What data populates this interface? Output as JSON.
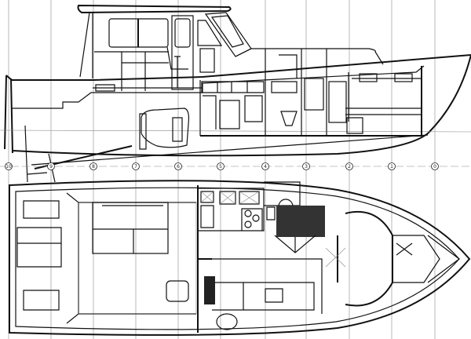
{
  "drawing": {
    "views": [
      "profile",
      "plan"
    ],
    "line_color": "#111111",
    "background": "#ffffff",
    "stations": [
      "10",
      "9",
      "8",
      "7",
      "6",
      "5",
      "4",
      "3",
      "2",
      "1",
      "0"
    ]
  }
}
